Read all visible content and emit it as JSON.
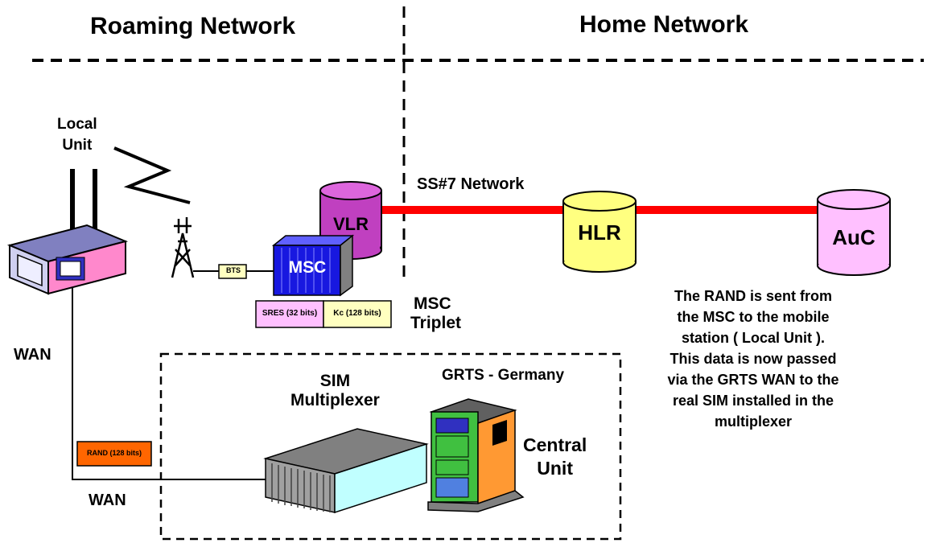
{
  "sections": {
    "roaming": "Roaming Network",
    "home": "Home Network"
  },
  "local_unit": {
    "line1": "Local",
    "line2": "Unit"
  },
  "nodes": {
    "vlr": "VLR",
    "hlr": "HLR",
    "auc": "AuC",
    "msc": "MSC",
    "bts": "BTS"
  },
  "ss7_label": "SS#7 Network",
  "triplet": {
    "sres": "SRES (32 bits)",
    "kc": "Kc (128 bits)",
    "caption_line1": "MSC",
    "caption_line2": "Triplet"
  },
  "wan_labels": {
    "upper": "WAN",
    "lower": "WAN"
  },
  "rand_box": "RAND (128 bits)",
  "grts": {
    "title": "GRTS - Germany",
    "sim_mux_line1": "SIM",
    "sim_mux_line2": "Multiplexer",
    "central_line1": "Central",
    "central_line2": "Unit"
  },
  "note_lines": [
    "The RAND is sent from",
    "the MSC to the mobile",
    "station ( Local Unit ).",
    "This data is now passed",
    "via the GRTS WAN to the",
    "real SIM installed in the",
    "multiplexer"
  ],
  "colors": {
    "ss7_line": "#ff0000",
    "vlr": "#c040c0",
    "hlr": "#ffff80",
    "auc": "#ffc0ff",
    "msc": "#1010e0",
    "sres_box": "#ffc0ff",
    "kc_box": "#ffffc0",
    "rand_box": "#ff6600",
    "bts_box": "#ffffc0"
  }
}
